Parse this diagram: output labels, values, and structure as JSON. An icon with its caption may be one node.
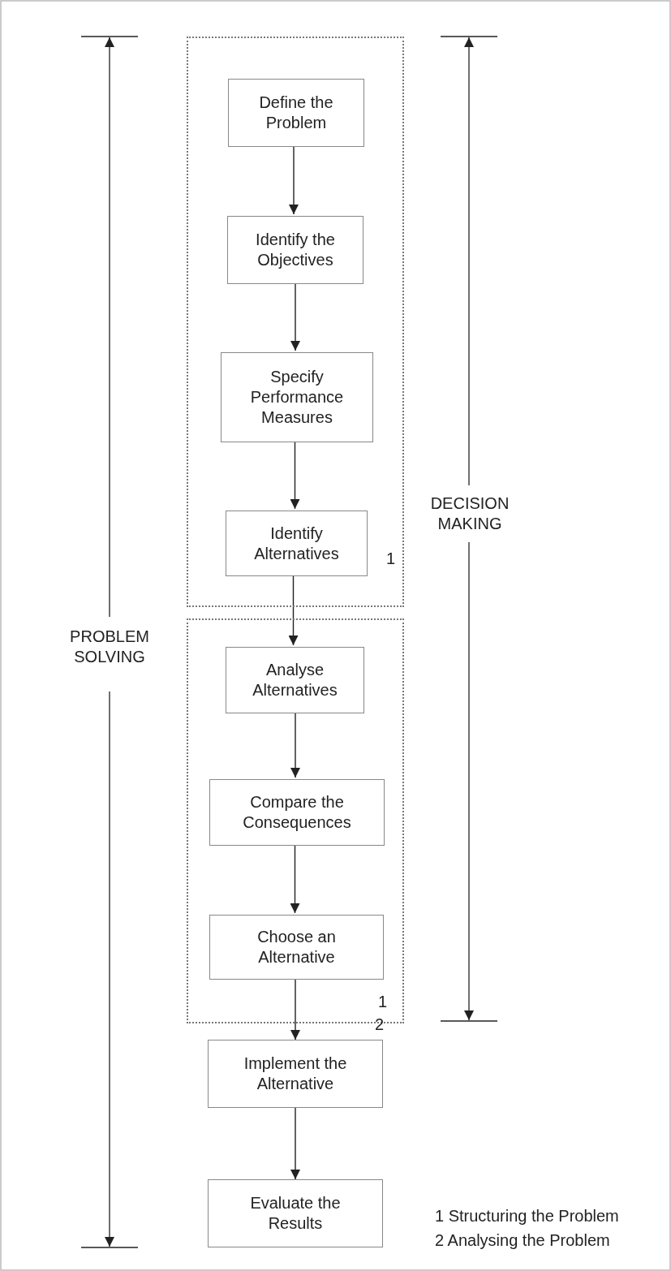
{
  "diagram": {
    "nodes": [
      {
        "text": [],
        "shape": "box"
      },
      {
        "text": [
          "Define the Problem"
        ],
        "in": 0
      },
      {
        "text": [
          "Identify the Objectives"
        ],
        "in": 0
      },
      {
        "text": [
          "Specify Performance Measures"
        ],
        "in": 0
      },
      {
        "text": [
          "Identify Alternatives"
        ],
        "in": 0
      },
      {
        "text": [],
        "shape": "box"
      },
      {
        "text": [
          "Analyse Alternatives"
        ],
        "in": 5
      },
      {
        "text": [
          "Compare the Consequences"
        ],
        "in": 5
      },
      {
        "text": [
          "Choose an Alternative"
        ],
        "in": 5
      },
      {
        "text": [
          "Implement the Alternative"
        ]
      },
      {
        "text": [
          "Evaluate the Results"
        ]
      }
    ],
    "edges": [
      {
        "from": 1,
        "to": 2,
        "arrow": "to"
      },
      {
        "from": 2,
        "to": 3,
        "arrow": "to"
      },
      {
        "from": 3,
        "to": 4,
        "arrow": "to"
      },
      {
        "from": 4,
        "to": 6,
        "arrow": "to"
      },
      {
        "from": 6,
        "to": 7,
        "arrow": "to"
      },
      {
        "from": 7,
        "to": 8,
        "arrow": "to"
      },
      {
        "from": 8,
        "to": 9,
        "arrow": "to"
      },
      {
        "from": 9,
        "to": 10,
        "arrow": "to"
      }
    ],
    "labels": [
      "DECISION MAKING",
      "1",
      "PROBLEM SOLVING",
      "1",
      "2",
      "1 Structuring the Problem",
      "2 Analysing the Problem"
    ]
  }
}
